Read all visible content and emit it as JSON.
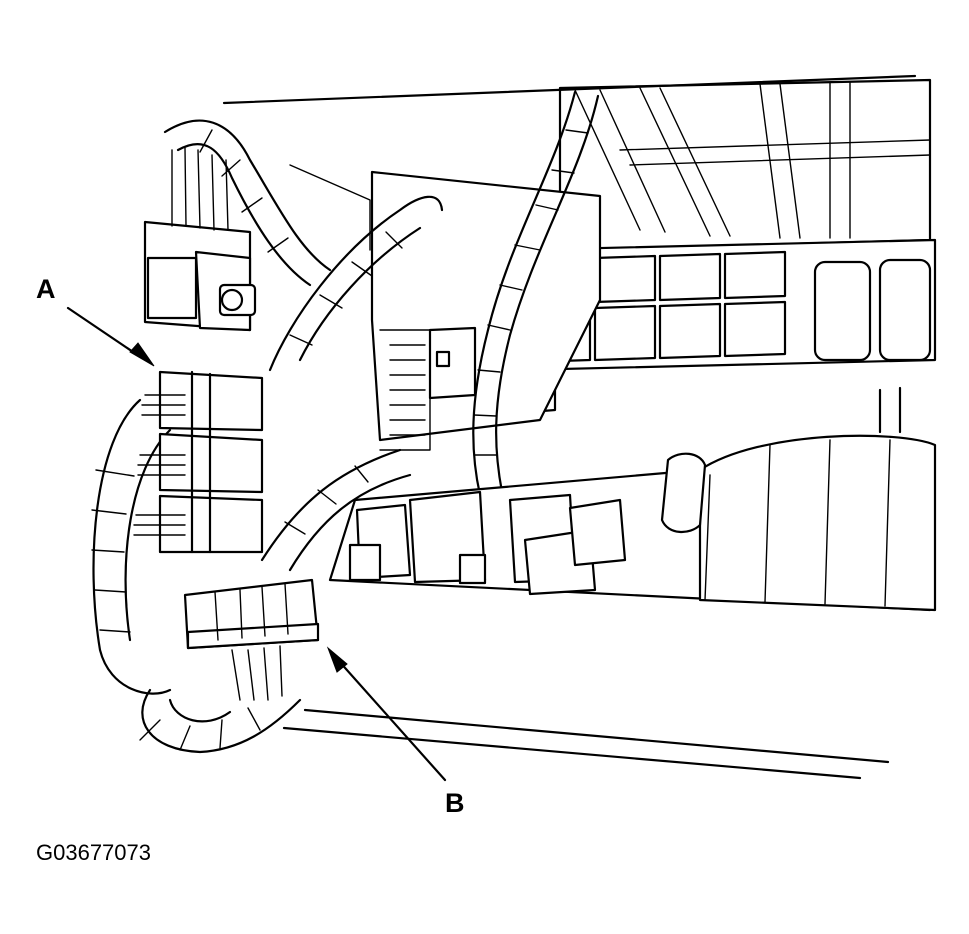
{
  "callouts": [
    {
      "id": "A",
      "label": "A",
      "target": "left-side-harness-connectors"
    },
    {
      "id": "B",
      "label": "B",
      "target": "lower-harness-connector"
    }
  ],
  "figure_id": "G03677073",
  "colors": {
    "line": "#000000",
    "background": "#ffffff"
  }
}
